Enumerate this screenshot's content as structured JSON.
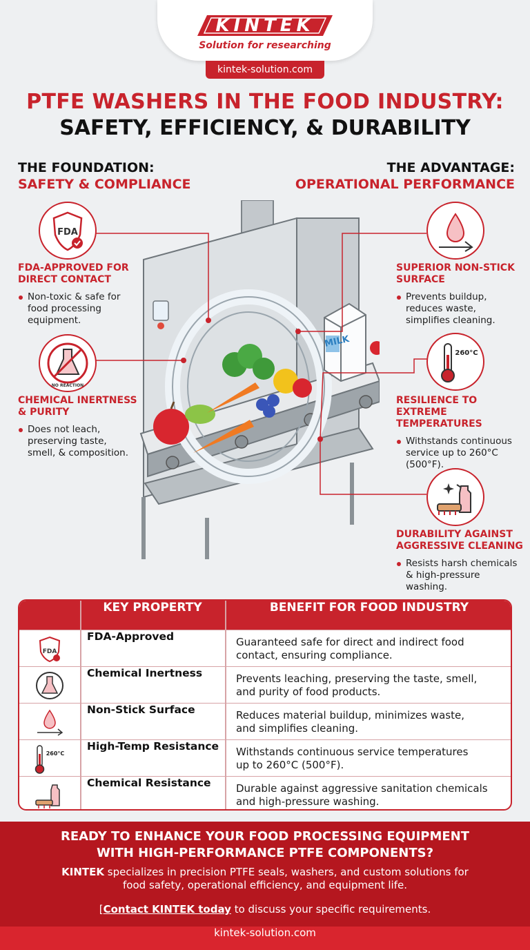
{
  "header": {
    "logo_text": "KINTEK",
    "tagline": "Solution for researching",
    "url": "kintek-solution.com",
    "title_line1": "PTFE WASHERS IN THE FOOD INDUSTRY:",
    "title_line2": "SAFETY, EFFICIENCY, & DURABILITY"
  },
  "left_section": {
    "heading_a": "THE FOUNDATION:",
    "heading_b": "SAFETY & COMPLIANCE",
    "features": [
      {
        "icon": "fda-shield-icon",
        "icon_text": "FDA",
        "title_1": "FDA-APPROVED FOR",
        "title_2": "DIRECT CONTACT",
        "text_1": "Non-toxic & safe for",
        "text_2": "food processing",
        "text_3": "equipment."
      },
      {
        "icon": "flask-no-reaction-icon",
        "icon_text": "NO REACTION",
        "title_1": "CHEMICAL INERTNESS",
        "title_2": "& PURITY",
        "text_1": "Does not leach,",
        "text_2": "preserving taste,",
        "text_3": "smell, & composition."
      }
    ]
  },
  "right_section": {
    "heading_a": "THE ADVANTAGE:",
    "heading_b": "OPERATIONAL PERFORMANCE",
    "features": [
      {
        "icon": "droplet-icon",
        "title_1": "SUPERIOR NON-STICK",
        "title_2": "SURFACE",
        "text_1": "Prevents buildup,",
        "text_2": "reduces waste,",
        "text_3": "simplifies cleaning."
      },
      {
        "icon": "thermometer-icon",
        "icon_text": "260°C",
        "title_1": "RESILIENCE TO EXTREME",
        "title_2": "TEMPERATURES",
        "text_1": "Withstands continuous",
        "text_2": "service up to 260°C",
        "text_3": "(500°F)."
      },
      {
        "icon": "spray-brush-icon",
        "title_1": "DURABILITY AGAINST",
        "title_2": "AGGRESSIVE CLEANING",
        "text_1": "Resists harsh chemicals",
        "text_2": "& high-pressure",
        "text_3": "washing."
      }
    ]
  },
  "illustration": {
    "carton_label": "MILK"
  },
  "table": {
    "headers": [
      "KEY PROPERTY",
      "BENEFIT FOR FOOD INDUSTRY"
    ],
    "rows": [
      {
        "icon": "fda-shield-icon",
        "property": "FDA-Approved",
        "benefit_1": "Guaranteed safe for direct and indirect food",
        "benefit_2": "contact, ensuring compliance."
      },
      {
        "icon": "flask-icon",
        "property": "Chemical Inertness",
        "benefit_1": "Prevents leaching, preserving the taste, smell,",
        "benefit_2": "and purity of food products."
      },
      {
        "icon": "droplet-icon",
        "property": "Non-Stick Surface",
        "benefit_1": "Reduces material buildup, minimizes waste,",
        "benefit_2": "and simplifies cleaning."
      },
      {
        "icon": "thermometer-icon",
        "property": "High-Temp Resistance",
        "benefit_1": "Withstands continuous service temperatures",
        "benefit_2": "up to 260°C (500°F)."
      },
      {
        "icon": "spray-brush-icon",
        "property": "Chemical Resistance",
        "benefit_1": "Durable against aggressive sanitation chemicals",
        "benefit_2": "and high-pressure washing."
      }
    ]
  },
  "cta": {
    "heading_1": "READY TO ENHANCE YOUR FOOD PROCESSING EQUIPMENT",
    "heading_2": "WITH HIGH-PERFORMANCE PTFE COMPONENTS?",
    "brand": "KINTEK",
    "body_1": "specializes in precision PTFE seals, washers, and custom solutions for",
    "body_2": "food safety, operational efficiency, and equipment life.",
    "link_prefix": "[",
    "link_text": "Contact KINTEK today",
    "link_suffix": "to discuss your specific requirements."
  },
  "footer": {
    "url": "kintek-solution.com"
  },
  "colors": {
    "brand_red": "#c8232c",
    "dark_red": "#b5171f",
    "background": "#eef0f2"
  }
}
